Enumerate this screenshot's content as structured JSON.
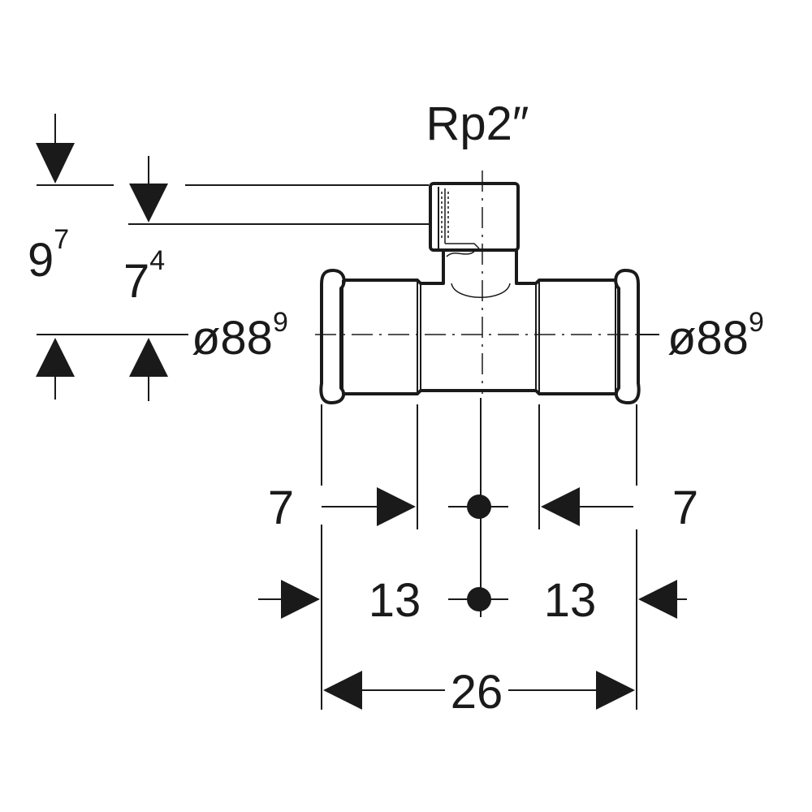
{
  "diagram": {
    "thread_label": "Rp2″",
    "height_total": {
      "base": "9",
      "sup": "7"
    },
    "height_branch": {
      "base": "7",
      "sup": "4"
    },
    "diameter_left": {
      "base": "ø88",
      "sup": "9"
    },
    "diameter_right": {
      "base": "ø88",
      "sup": "9"
    },
    "insert_left": "7",
    "insert_right": "7",
    "half_left": "13",
    "half_right": "13",
    "total_length": "26"
  }
}
